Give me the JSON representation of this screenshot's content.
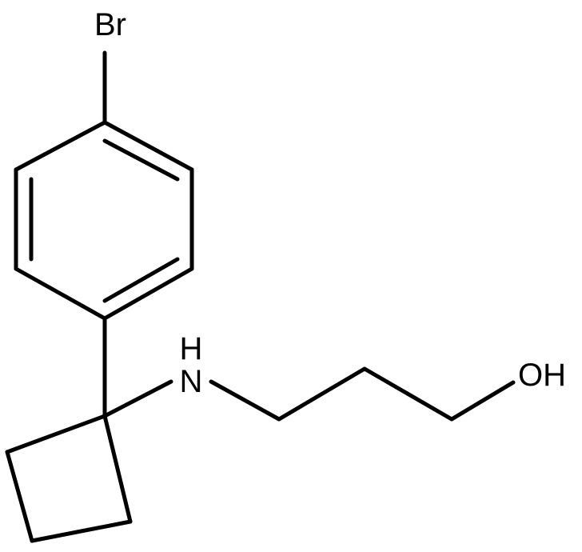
{
  "atoms": {
    "bromine": "Br",
    "amine": "H",
    "amine_n": "N",
    "hydroxyl": "OH"
  },
  "colors": {
    "bond": "#000000",
    "label": "#000000",
    "background": "#ffffff"
  }
}
